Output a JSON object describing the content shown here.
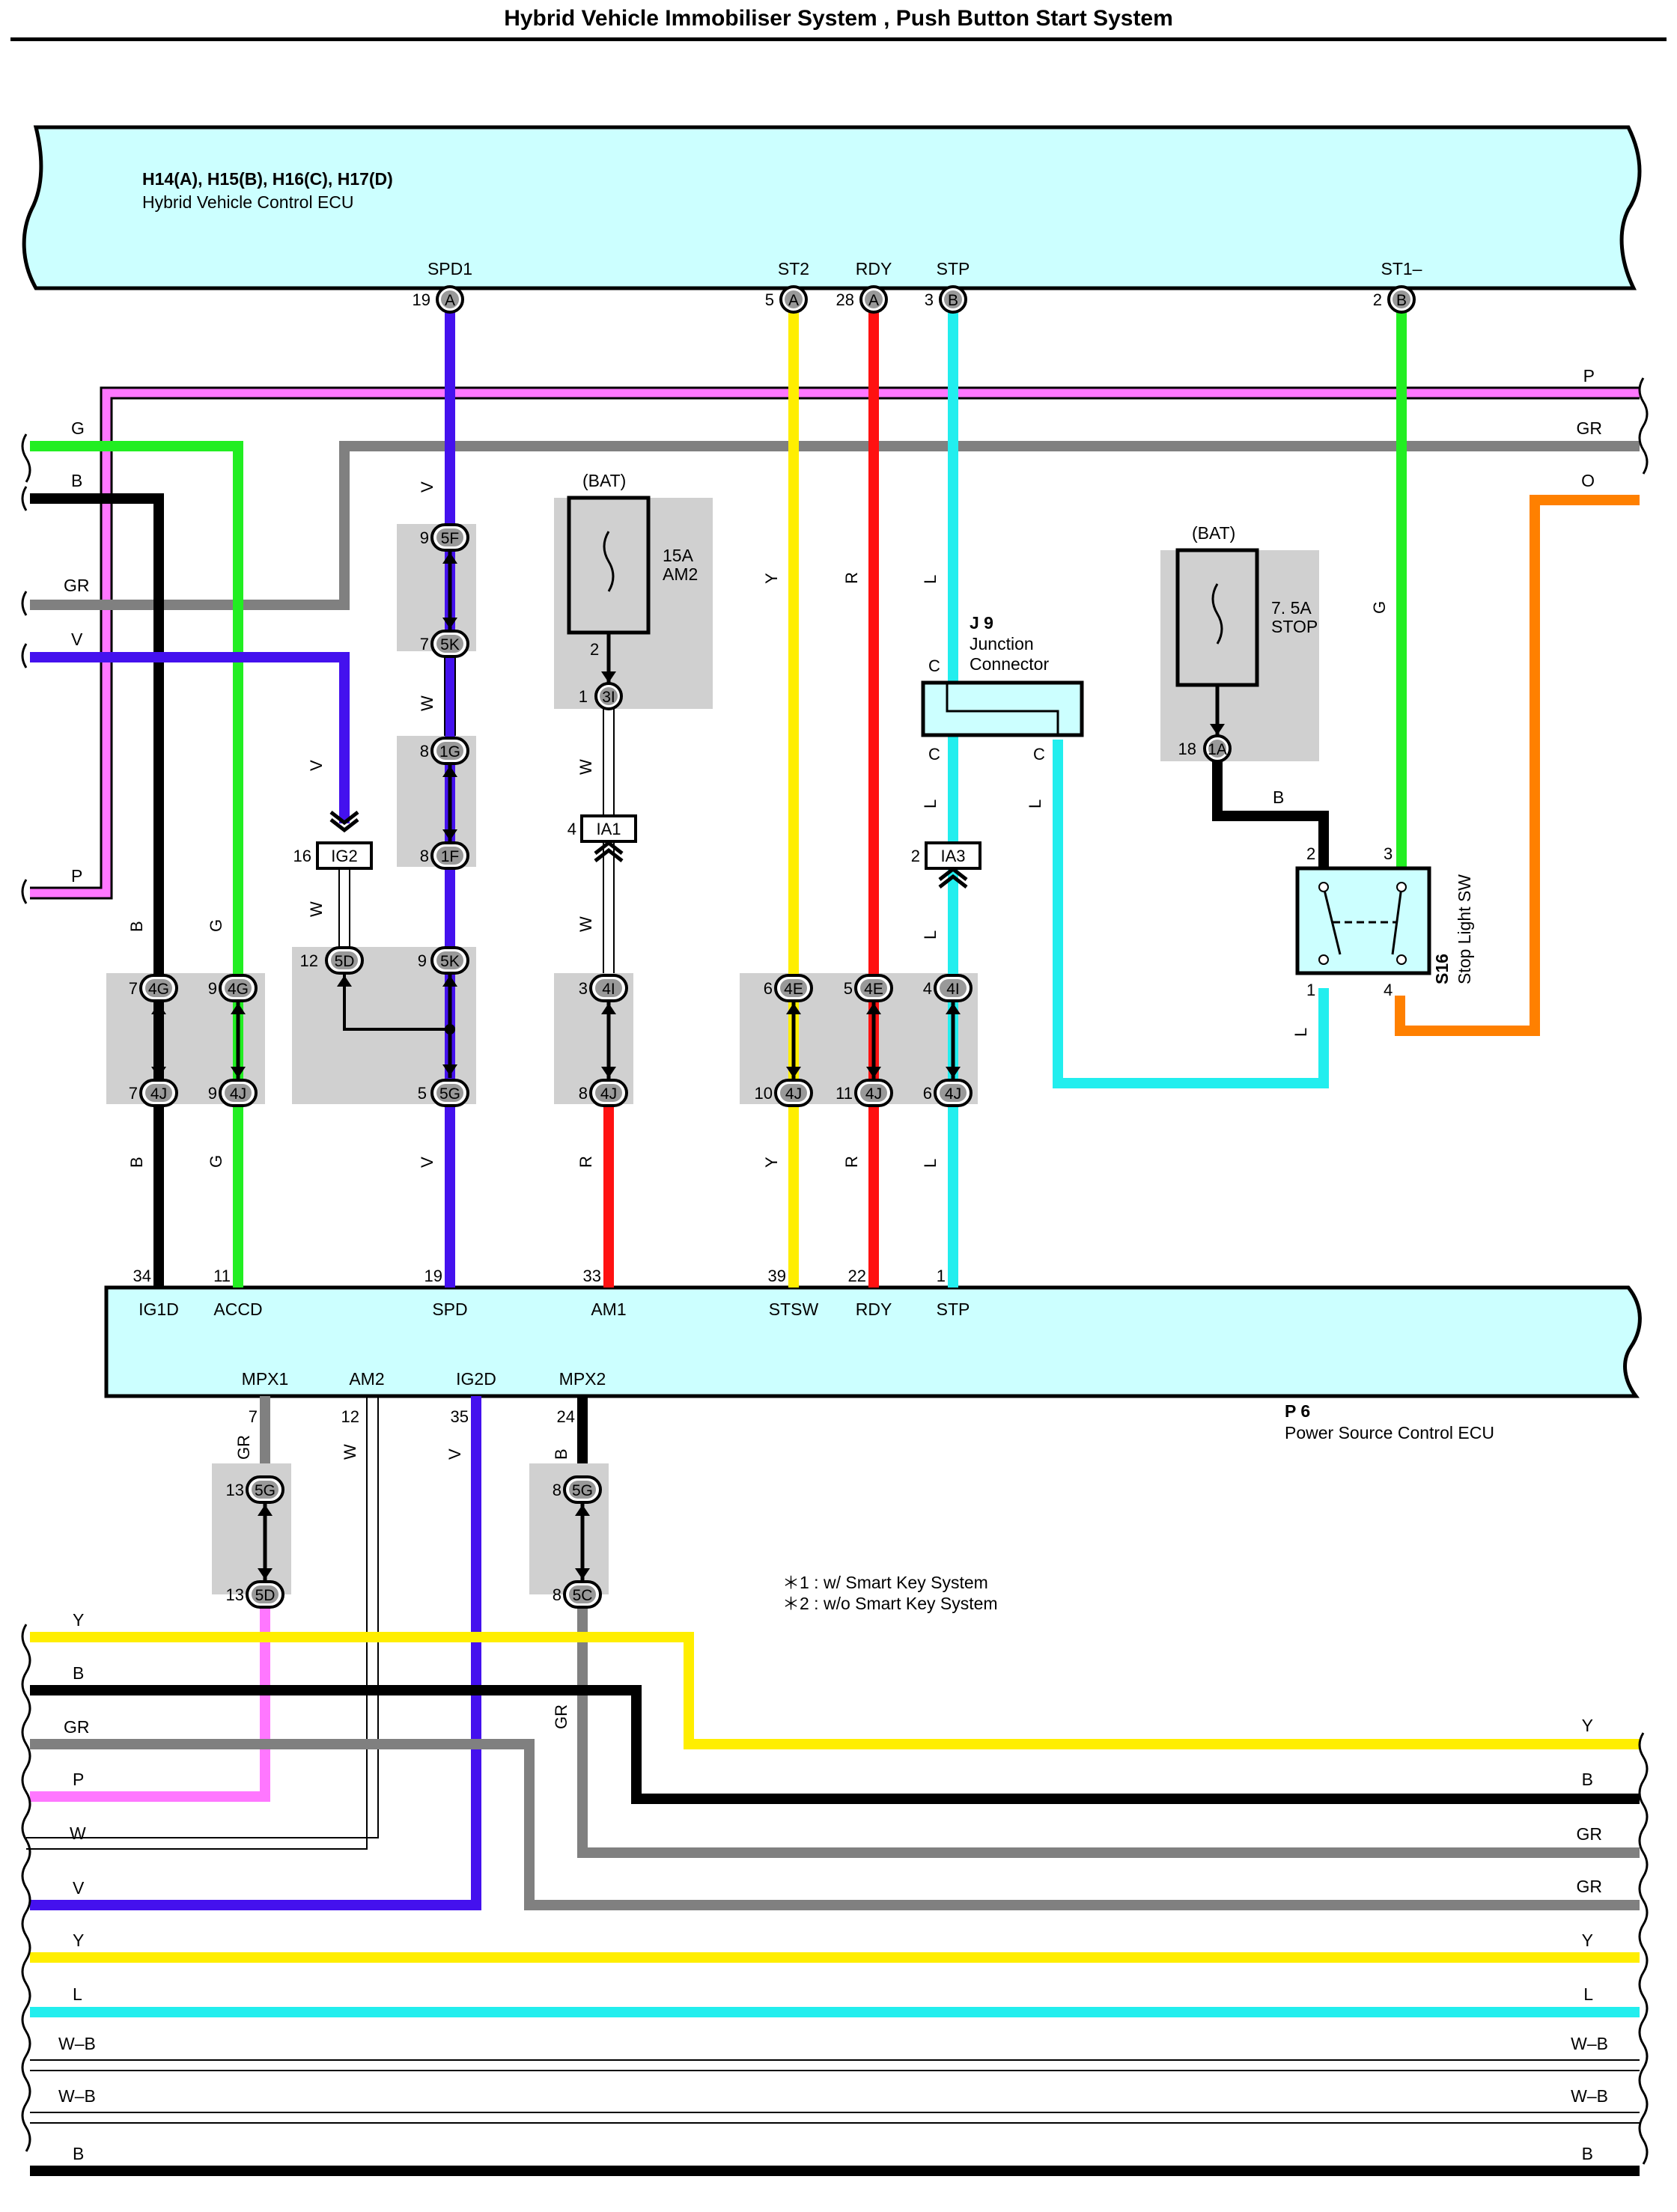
{
  "title": "Hybrid Vehicle Immobiliser System , Push Button Start System",
  "ecu_hv": {
    "connectors": "H14(A), H15(B), H16(C), H17(D)",
    "name": "Hybrid Vehicle Control ECU",
    "terminals": [
      {
        "label": "SPD1",
        "pin": "19",
        "conn": "A"
      },
      {
        "label": "ST2",
        "pin": "5",
        "conn": "A"
      },
      {
        "label": "RDY",
        "pin": "28",
        "conn": "A"
      },
      {
        "label": "STP",
        "pin": "3",
        "conn": "B"
      },
      {
        "label": "ST1–",
        "pin": "2",
        "conn": "B"
      }
    ]
  },
  "ecu_ps": {
    "id": "P 6",
    "name": "Power Source Control ECU",
    "top_terminals": [
      {
        "label": "IG1D",
        "pin": "34"
      },
      {
        "label": "ACCD",
        "pin": "11"
      },
      {
        "label": "SPD",
        "pin": "19"
      },
      {
        "label": "AM1",
        "pin": "33"
      },
      {
        "label": "STSW",
        "pin": "39"
      },
      {
        "label": "RDY",
        "pin": "22"
      },
      {
        "label": "STP",
        "pin": "1"
      }
    ],
    "bottom_terminals": [
      {
        "label": "MPX1",
        "pin": "7"
      },
      {
        "label": "AM2",
        "pin": "12"
      },
      {
        "label": "IG2D",
        "pin": "35"
      },
      {
        "label": "MPX2",
        "pin": "24"
      }
    ]
  },
  "fuse_am2": {
    "source": "(BAT)",
    "rating": "15A",
    "name": "AM2",
    "pin": "2"
  },
  "fuse_stop": {
    "source": "(BAT)",
    "rating": "7. 5A",
    "name": "STOP"
  },
  "junction": {
    "id": "J 9",
    "name1": "Junction",
    "name2": "Connector",
    "pin": "C"
  },
  "stop_switch": {
    "id": "S16",
    "name": "Stop Light SW",
    "pins": [
      "2",
      "3",
      "1",
      "4"
    ]
  },
  "connectors": {
    "c5F": "5F",
    "c5K": "5K",
    "c1G": "1G",
    "c1F": "1F",
    "c3I": "3I",
    "c4G": "4G",
    "c4J": "4J",
    "c5D": "5D",
    "c5G": "5G",
    "c4I": "4I",
    "c4E": "4E",
    "c1A": "1A",
    "c5C": "5C",
    "IG2": "IG2",
    "IA1": "IA1",
    "IA3": "IA3"
  },
  "notes": [
    "＊1 : w/ Smart Key System",
    "＊2 : w/o Smart Key System"
  ],
  "wire_codes": {
    "P": "P",
    "GR": "GR",
    "O": "O",
    "G": "G",
    "B": "B",
    "V": "V",
    "W": "W",
    "Y": "Y",
    "R": "R",
    "L": "L",
    "WB": "W–B"
  },
  "wire_colors": {
    "P": "#ff77ff",
    "GR": "#808080",
    "O": "#ff8000",
    "G": "#22ee22",
    "B": "#000000",
    "V": "#4411ee",
    "W": "#ffffff",
    "Y": "#ffee00",
    "R": "#ff1111",
    "L": "#22eeee",
    "ecu_fill": "#ccffff",
    "splice_fill": "#d0d0d0"
  }
}
